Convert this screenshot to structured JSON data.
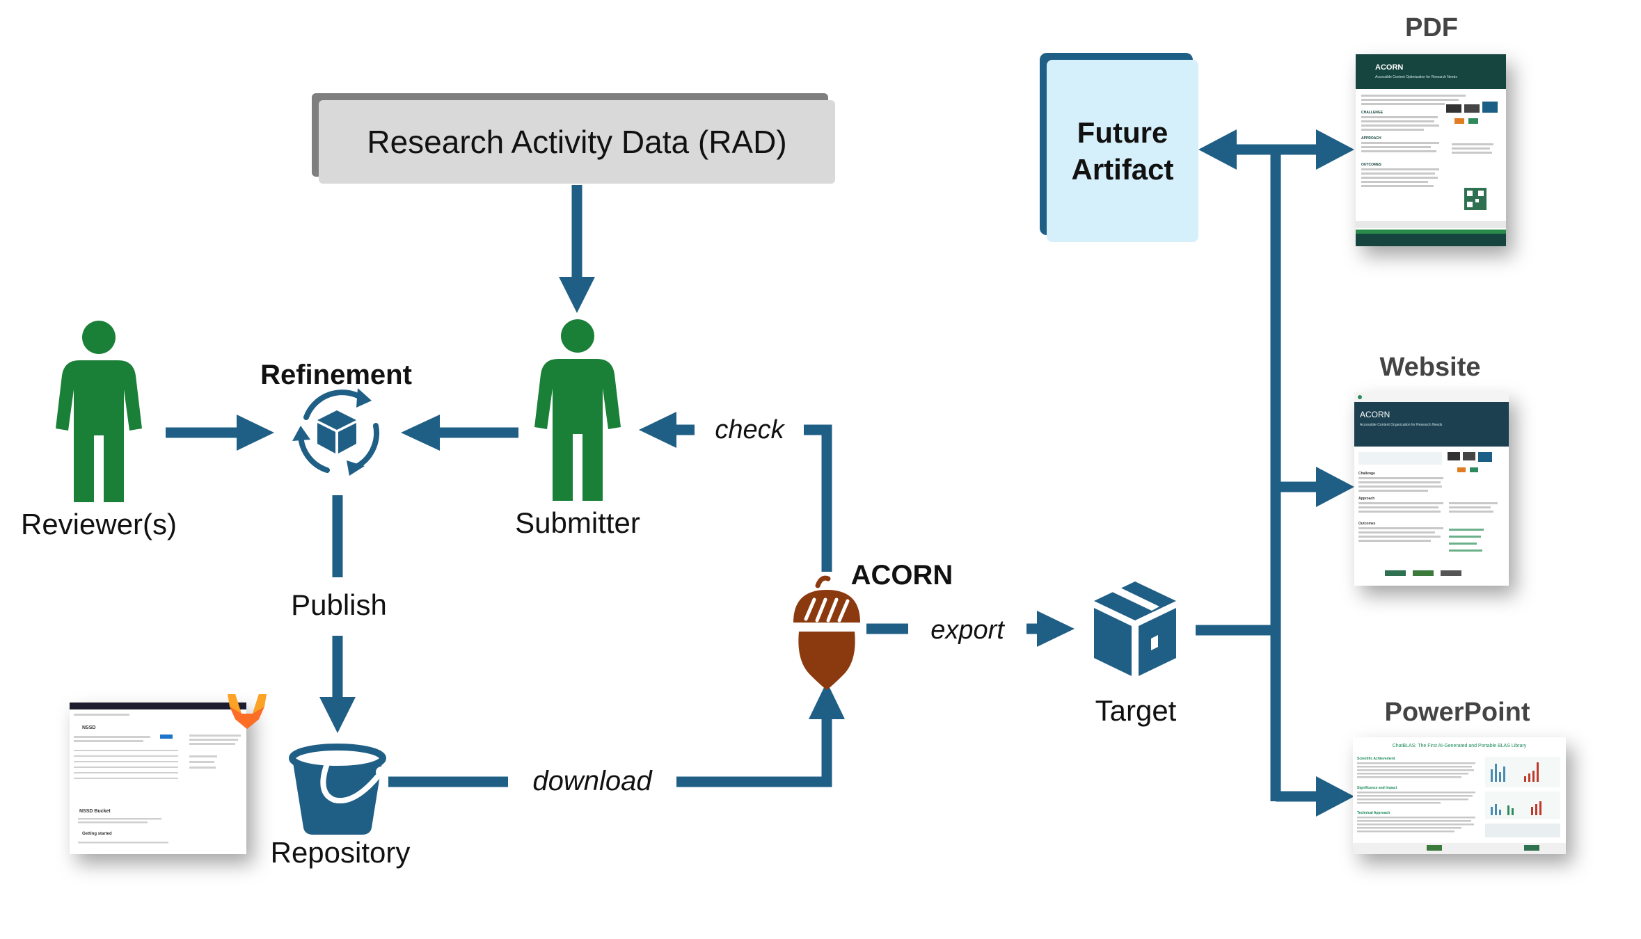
{
  "colors": {
    "flow": "#1f5f86",
    "person": "#1a7f37",
    "acorn": "#8b3a0f",
    "acorn_label": "#9a3c10",
    "rad_box": "#d9d9d9",
    "rad_shadow": "#7f7f7f",
    "future_fill": "#d6f0fb",
    "future_border": "#1f5f86",
    "pdf_header": "#15453f",
    "website_header": "#1e3f4f",
    "ppt_title": "#1a8a5a",
    "gitlab": "#e24329"
  },
  "labels": {
    "rad": "Research Activity Data (RAD)",
    "refinement": "Refinement",
    "reviewers": "Reviewer(s)",
    "submitter": "Submitter",
    "check": "check",
    "publish": "Publish",
    "repository": "Repository",
    "download": "download",
    "acorn": "ACORN",
    "export": "export",
    "target": "Target",
    "future_line1": "Future",
    "future_line2": "Artifact",
    "pdf": "PDF",
    "website": "Website",
    "powerpoint": "PowerPoint"
  },
  "thumbs": {
    "pdf_title": "ACORN",
    "pdf_subtitle": "Accessible Content Optimization for Research Needs",
    "pdf_sections": [
      "CHALLENGE",
      "APPROACH",
      "OUTCOMES"
    ],
    "website_title": "ACORN",
    "website_subtitle": "Accessible Content Organization for Research Needs",
    "website_sections": [
      "Challenge",
      "Approach",
      "Outcomes"
    ],
    "ppt_title": "ChatBLAS: The First AI-Generated and Portable BLAS Library",
    "ppt_sections": [
      "Scientific Achievement",
      "Significance and Impact",
      "Technical Approach"
    ],
    "gitlab_project": "NSSD",
    "gitlab_bucket": "NSSD Bucket",
    "gitlab_getting_started": "Getting started"
  }
}
